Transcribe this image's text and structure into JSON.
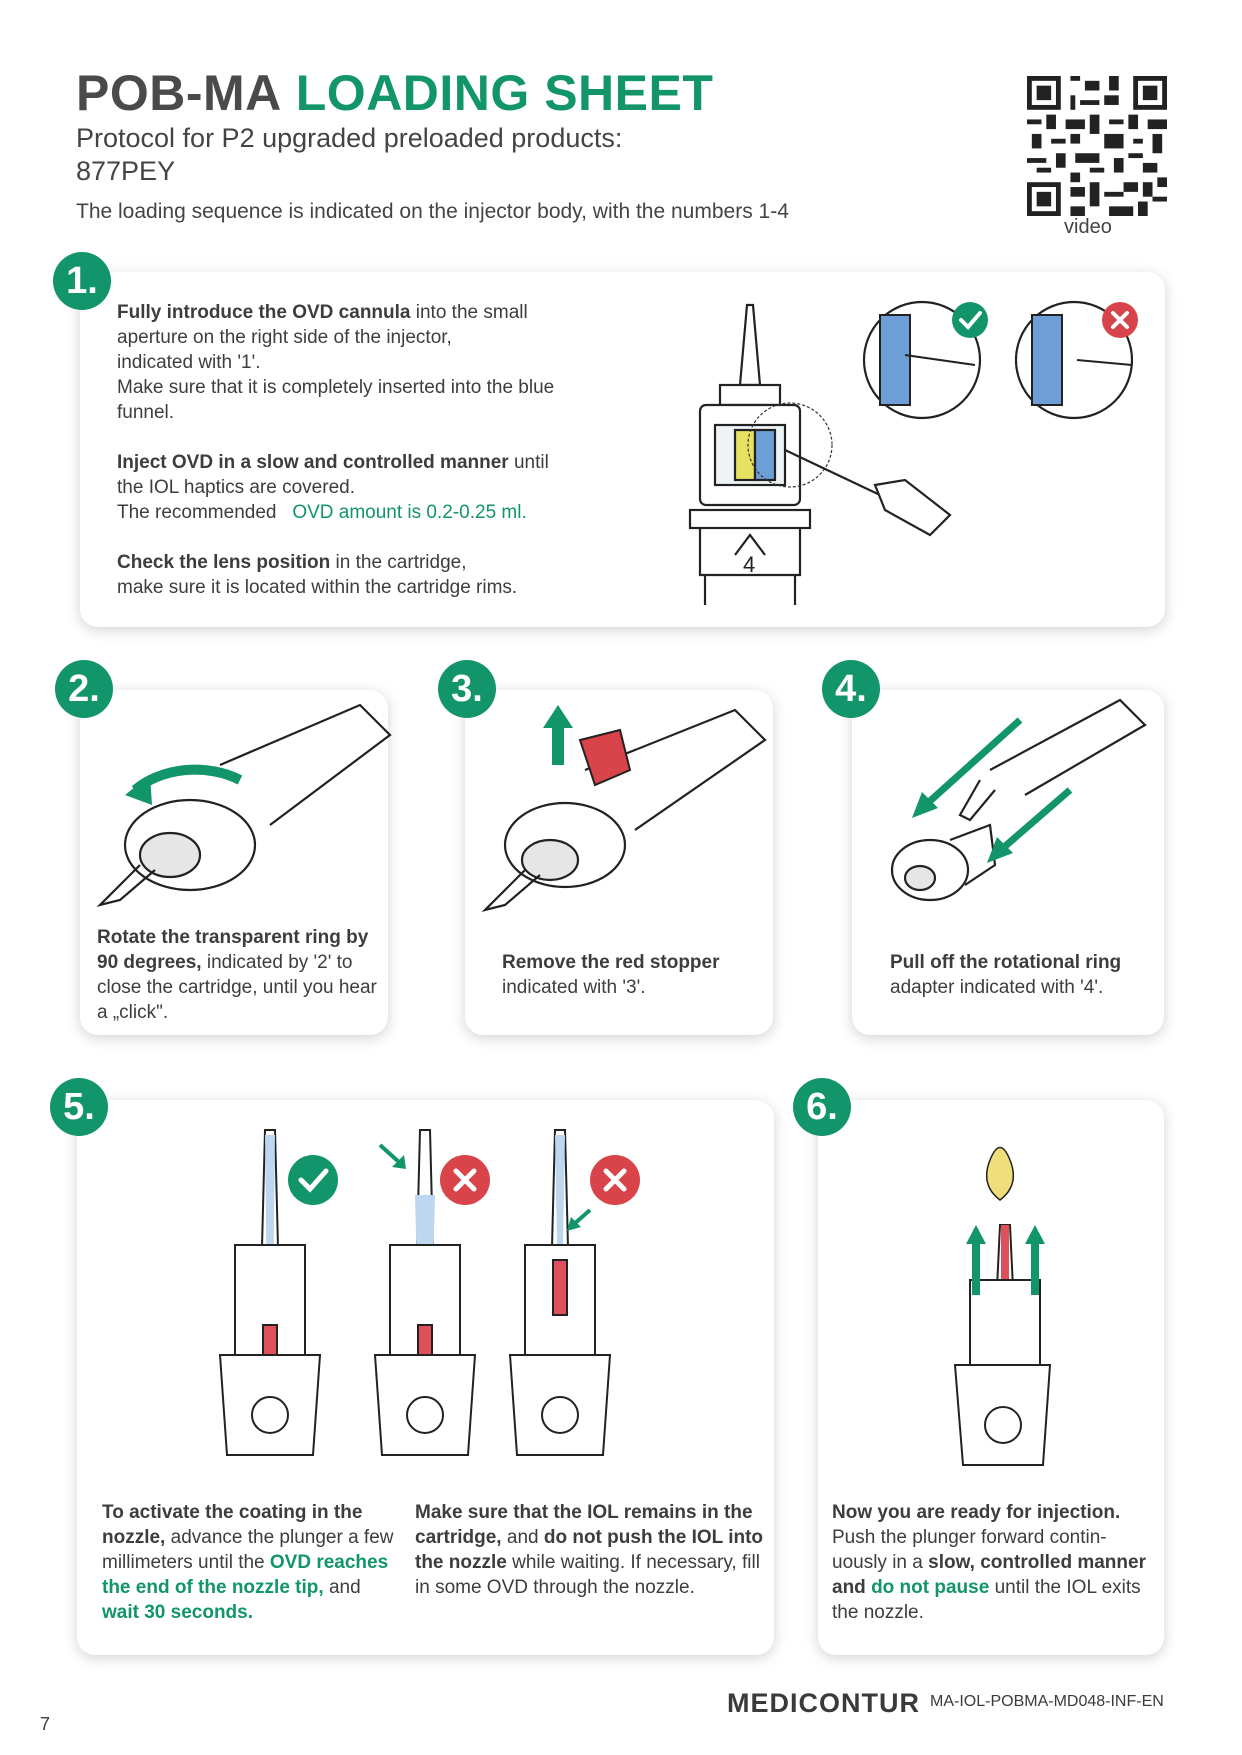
{
  "header": {
    "title_dark": "POB-MA",
    "title_green": "LOADING SHEET",
    "subtitle_line1": "Protocol for P2 upgraded preloaded products:",
    "subtitle_line2": "877PEY",
    "sequence_note": "The loading sequence is indicated on the injector body, with the numbers 1-4",
    "qr_label": "video"
  },
  "step1": {
    "number": "1.",
    "p1_bold": "Fully introduce the OVD cannula",
    "p1_rest_a": "into the small",
    "p1_rest_b": "aperture on the right side of the injector,",
    "p1_rest_c": "indicated with '1'.",
    "p1_rest_d": "Make sure that it is completely inserted into the blue",
    "p1_rest_e": "funnel.",
    "p2_bold": "Inject OVD in a slow and controlled manner",
    "p2_rest_a": "until",
    "p2_rest_b": "the IOL haptics are covered.",
    "p2_rest_c": "The recommended",
    "p2_green": "OVD amount is 0.2-0.25 ml.",
    "p3_bold": "Check the lens position",
    "p3_rest_a": "in the cartridge,",
    "p3_rest_b": "make sure it is located within the cartridge rims.",
    "body_label": "4"
  },
  "step2": {
    "number": "2.",
    "bold": "Rotate the transparent ring by 90 degrees,",
    "rest": "indicated by '2' to close the cartridge, until you hear a „click\"."
  },
  "step3": {
    "number": "3.",
    "bold": "Remove the red stopper",
    "rest": "indicated with '3'."
  },
  "step4": {
    "number": "4.",
    "bold": "Pull off the rotational ring",
    "rest": "adapter indicated with '4'."
  },
  "step5": {
    "number": "5.",
    "c1_a": "To activate the coating in the nozzle,",
    "c1_b": "advance the plunger a few millimeters until the",
    "c1_green1": "OVD reaches the end of the nozzle tip,",
    "c1_c": "and",
    "c1_green2": "wait 30 seconds.",
    "c2_a": "Make sure that the IOL remains in the cartridge,",
    "c2_b": "and",
    "c2_c": "do not push the IOL into the nozzle",
    "c2_d": "while waiting.",
    "c2_e": "If necessary, fill in some OVD through the nozzle."
  },
  "step6": {
    "number": "6.",
    "bold": "Now you are ready for injection.",
    "a": "Push the plunger forward contin-uously in a",
    "b": "slow, controlled manner",
    "c": "and",
    "green": "do not pause",
    "d": "until the IOL exits the nozzle."
  },
  "footer": {
    "page_number": "7",
    "logo": "MEDICONTUR",
    "doc_id": "MA-IOL-POBMA-MD048-INF-EN"
  },
  "colors": {
    "accent": "#12956b",
    "error": "#d9434a",
    "text": "#3d3d3d"
  }
}
